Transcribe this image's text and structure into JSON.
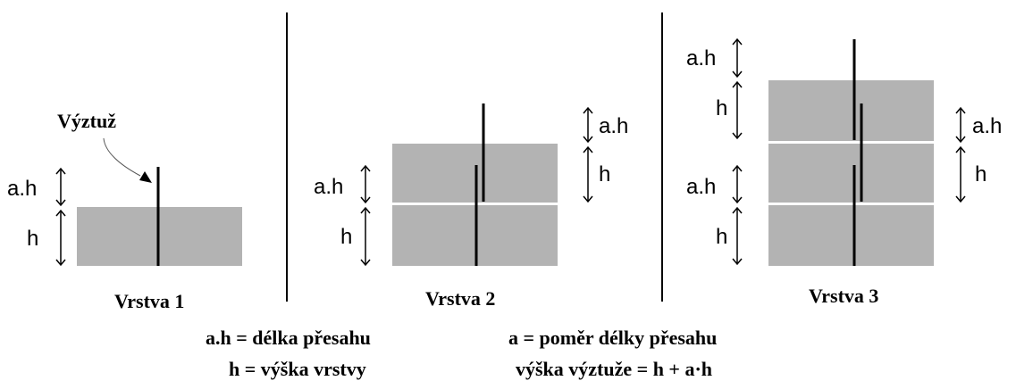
{
  "labels": {
    "reinforcement": "Výztuž",
    "ah": "a.h",
    "h": "h",
    "layer1": "Vrstva 1",
    "layer2": "Vrstva 2",
    "layer3": "Vrstva 3"
  },
  "legend": {
    "left_line1": "a.h = délka přesahu",
    "left_line2": "h = výška vrstvy",
    "right_line1": "a = poměr délky přesahu",
    "right_line2": "výška výztuže = h + a·h"
  },
  "colors": {
    "layer_fill": "#b3b3b3",
    "line": "#000000",
    "separator": "#ffffff"
  }
}
